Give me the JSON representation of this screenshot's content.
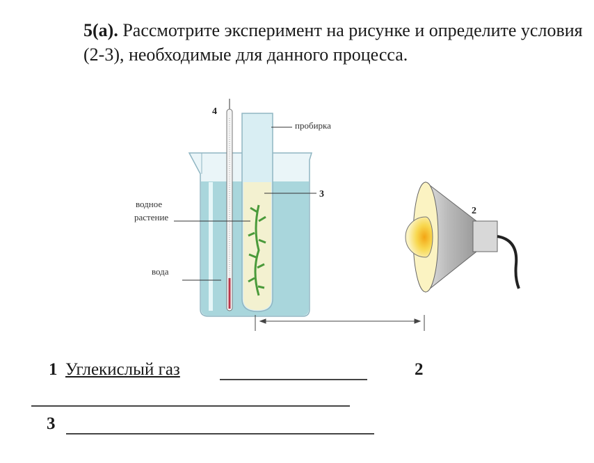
{
  "question": {
    "number": "5(a).",
    "text": "Рассмотрите эксперимент на рисунке и определите условия (2-3), необходимые для данного процесса."
  },
  "diagram": {
    "labels": {
      "thermometer_num": "4",
      "test_tube": "пробирка",
      "tube_num": "3",
      "plant_line1": "водное",
      "plant_line2": "растение",
      "water": "вода",
      "lamp_num": "2"
    },
    "colors": {
      "water": "#a9d6dc",
      "tube_fill": "#f3f1d0",
      "plant": "#4a9a3a",
      "lamp_glow": "#f7c935",
      "lamp_shade": "#c9c9c9"
    }
  },
  "answers": {
    "a1_num": "1",
    "a1_text": "Углекислый газ",
    "a2_num": "2",
    "a3_num": "3"
  }
}
